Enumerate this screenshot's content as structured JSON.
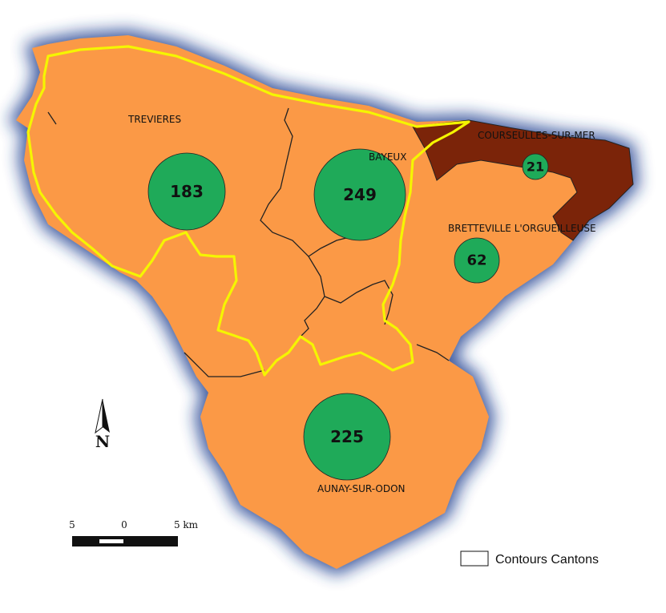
{
  "colors": {
    "territory": "#fb9946",
    "highlight": "#7b2409",
    "bubble": "#1faa59",
    "halo": "#1e3d8f",
    "yellow_border": "#f5f500",
    "canton_border": "#222222"
  },
  "cantons": [
    {
      "name": "TREVIERES",
      "value": "183"
    },
    {
      "name": "BAYEUX",
      "value": "249"
    },
    {
      "name": "COURSEULLES-SUR-MER",
      "value": "21"
    },
    {
      "name": "BRETTEVILLE L'ORGUEILLEUSE",
      "value": "62"
    },
    {
      "name": "AUNAY-SUR-ODON",
      "value": "225"
    }
  ],
  "scale_bar": {
    "left_label": "5",
    "mid_label": "0",
    "right_label": "5 km"
  },
  "north_arrow": {
    "label": "N",
    "icon": "north-arrow-icon"
  },
  "legend": {
    "label": "Contours Cantons"
  }
}
